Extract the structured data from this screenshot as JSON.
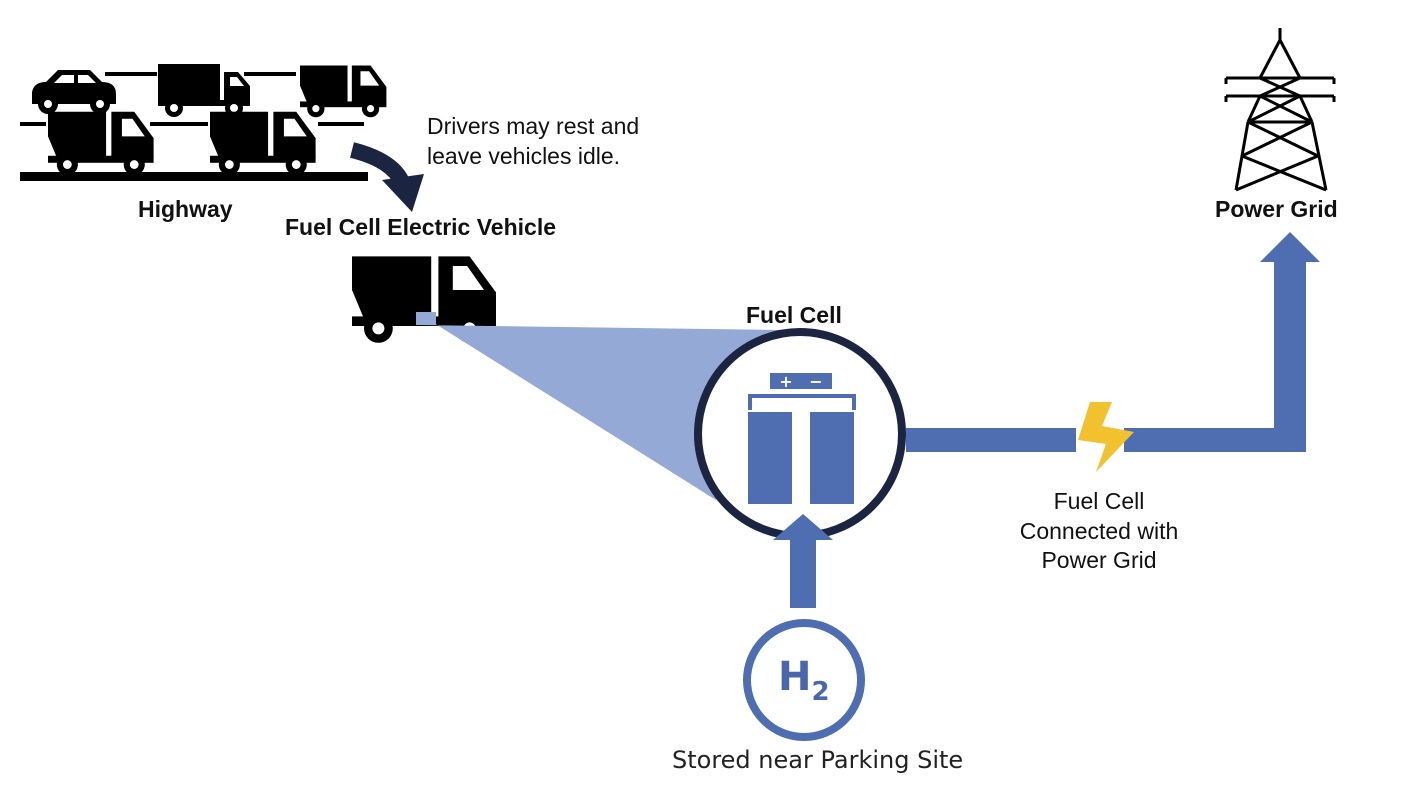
{
  "labels": {
    "highway": "Highway",
    "fcev": "Fuel Cell Electric Vehicle",
    "drivers_note_line1": "Drivers may rest and",
    "drivers_note_line2": "leave vehicles idle.",
    "fuel_cell": "Fuel Cell",
    "power_grid": "Power Grid",
    "connection_line1": "Fuel Cell",
    "connection_line2": "Connected with",
    "connection_line3": "Power Grid",
    "hydrogen_main": "H",
    "hydrogen_sub": "2",
    "storage": "Stored near Parking Site"
  },
  "icons": {
    "vehicles": [
      "car-icon",
      "box-truck-icon",
      "dump-truck-icon",
      "dump-truck-icon",
      "dump-truck-icon"
    ],
    "fcev": "dump-truck-icon",
    "fuel_cell": "battery-icon",
    "grid": "transmission-tower-icon",
    "bolt": "lightning-bolt-icon",
    "hydrogen": "hydrogen-tank-icon"
  },
  "colors": {
    "primary_blue": "#4f6db1",
    "light_blue": "#94a9d6",
    "dark_navy": "#1b2541",
    "lightning": "#f2c12e",
    "icon_black": "#000000",
    "text": "#111111"
  }
}
